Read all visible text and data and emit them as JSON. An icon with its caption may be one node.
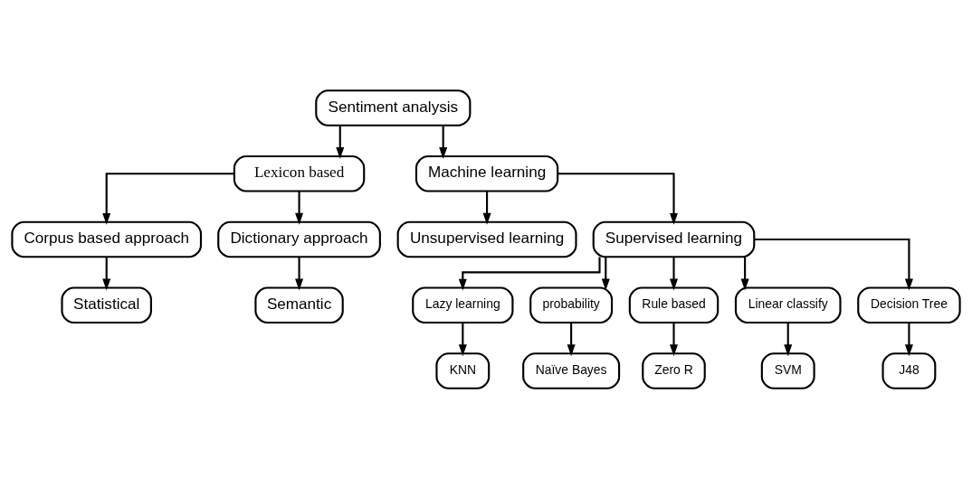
{
  "diagram": {
    "nodes": [
      {
        "text": [
          "Sentiment analysis"
        ]
      },
      {
        "text": [
          "Lexicon based"
        ]
      },
      {
        "text": [
          "Machine learning"
        ]
      },
      {
        "text": [
          "Corpus based approach"
        ]
      },
      {
        "text": [
          "Dictionary approach"
        ]
      },
      {
        "text": [
          "Statistical"
        ]
      },
      {
        "text": [
          "Semantic"
        ]
      },
      {
        "text": [
          "Unsupervised learning"
        ]
      },
      {
        "text": [
          "Supervised learning"
        ]
      },
      {
        "text": [
          "Lazy learning"
        ]
      },
      {
        "text": [
          "probability"
        ]
      },
      {
        "text": [
          "Rule based"
        ]
      },
      {
        "text": [
          "Linear classify"
        ]
      },
      {
        "text": [
          "Decision Tree"
        ]
      },
      {
        "text": [
          "KNN"
        ]
      },
      {
        "text": [
          "Naïve Bayes"
        ]
      },
      {
        "text": [
          "Zero R"
        ]
      },
      {
        "text": [
          "SVM"
        ]
      },
      {
        "text": [
          "J48"
        ]
      }
    ],
    "edges": [
      {
        "from": 0,
        "to": 1,
        "arrow": "to"
      },
      {
        "from": 0,
        "to": 2,
        "arrow": "to"
      },
      {
        "from": 1,
        "to": 3,
        "arrow": "to"
      },
      {
        "from": 1,
        "to": 4,
        "arrow": "to"
      },
      {
        "from": 3,
        "to": 5,
        "arrow": "to"
      },
      {
        "from": 4,
        "to": 6,
        "arrow": "to"
      },
      {
        "from": 2,
        "to": 7,
        "arrow": "to"
      },
      {
        "from": 2,
        "to": 8,
        "arrow": "to"
      },
      {
        "from": 8,
        "to": 9,
        "arrow": "to"
      },
      {
        "from": 8,
        "to": 10,
        "arrow": "to"
      },
      {
        "from": 8,
        "to": 11,
        "arrow": "to"
      },
      {
        "from": 8,
        "to": 12,
        "arrow": "to"
      },
      {
        "from": 8,
        "to": 13,
        "arrow": "to"
      },
      {
        "from": 9,
        "to": 14,
        "arrow": "to"
      },
      {
        "from": 10,
        "to": 15,
        "arrow": "to"
      },
      {
        "from": 11,
        "to": 16,
        "arrow": "to"
      },
      {
        "from": 12,
        "to": 17,
        "arrow": "to"
      },
      {
        "from": 13,
        "to": 18,
        "arrow": "to"
      }
    ]
  }
}
